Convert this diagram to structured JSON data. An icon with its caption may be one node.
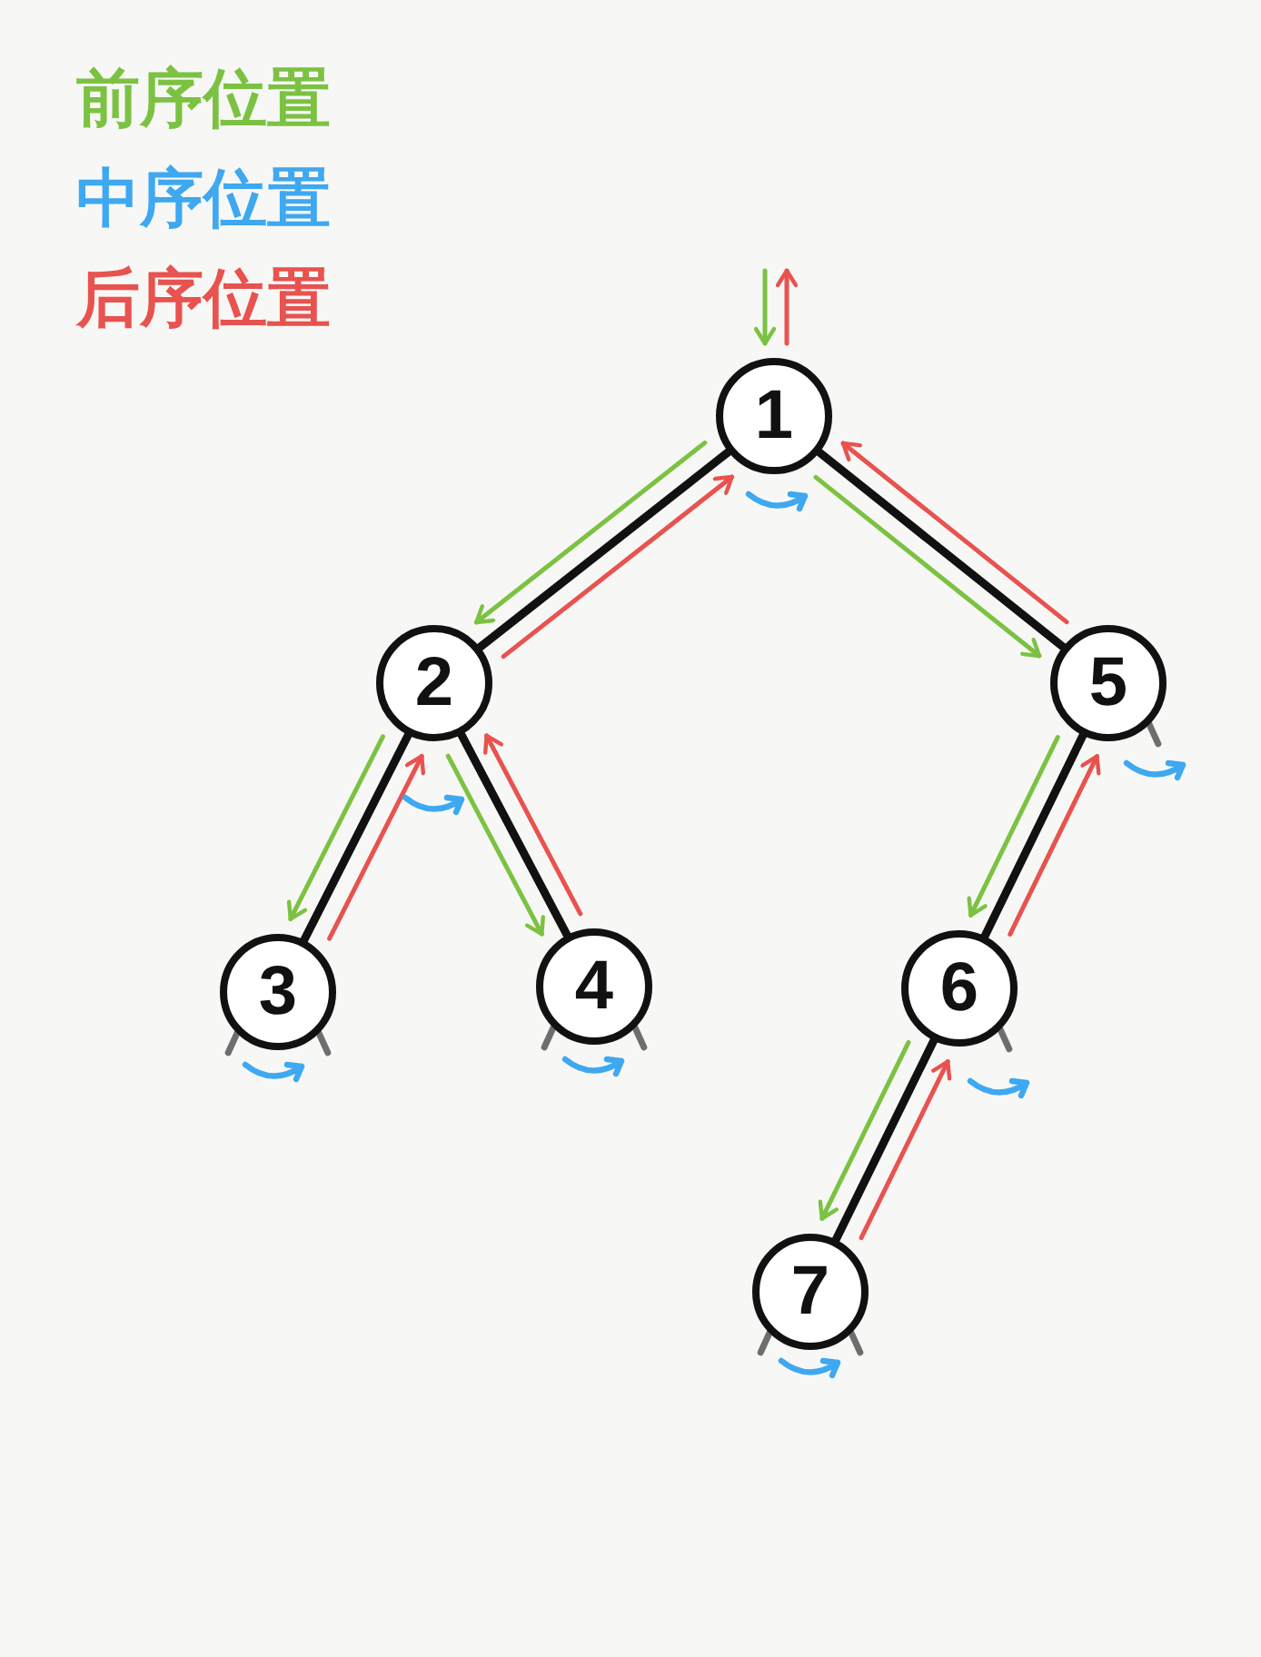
{
  "diagram": {
    "nodes": [
      {
        "text": [
          "1"
        ]
      },
      {
        "text": [
          "2"
        ]
      },
      {
        "text": [
          "3"
        ]
      },
      {
        "text": [
          "4"
        ]
      },
      {
        "text": [
          "5"
        ]
      },
      {
        "text": [
          "6"
        ]
      },
      {
        "text": [
          "7"
        ]
      }
    ],
    "edges": [
      {
        "from": null,
        "to": 0,
        "arrow": "to",
        "color": "#7cc242"
      },
      {
        "from": 0,
        "to": null,
        "arrow": "to",
        "color": "#e8524f"
      },
      {
        "from": 0,
        "to": 1,
        "arrow": "none",
        "style": "thick",
        "color": "#111111"
      },
      {
        "from": 0,
        "to": 1,
        "arrow": "to",
        "color": "#7cc242"
      },
      {
        "from": 1,
        "to": 0,
        "arrow": "to",
        "color": "#e8524f"
      },
      {
        "from": 0,
        "to": 4,
        "arrow": "none",
        "style": "thick",
        "color": "#111111"
      },
      {
        "from": 0,
        "to": 4,
        "arrow": "to",
        "color": "#7cc242"
      },
      {
        "from": 4,
        "to": 0,
        "arrow": "to",
        "color": "#e8524f"
      },
      {
        "from": 1,
        "to": 2,
        "arrow": "none",
        "style": "thick",
        "color": "#111111"
      },
      {
        "from": 1,
        "to": 2,
        "arrow": "to",
        "color": "#7cc242"
      },
      {
        "from": 2,
        "to": 1,
        "arrow": "to",
        "color": "#e8524f"
      },
      {
        "from": 1,
        "to": 3,
        "arrow": "none",
        "style": "thick",
        "color": "#111111"
      },
      {
        "from": 1,
        "to": 3,
        "arrow": "to",
        "color": "#7cc242"
      },
      {
        "from": 3,
        "to": 1,
        "arrow": "to",
        "color": "#e8524f"
      },
      {
        "from": 4,
        "to": 5,
        "arrow": "none",
        "style": "thick",
        "color": "#111111"
      },
      {
        "from": 4,
        "to": 5,
        "arrow": "to",
        "color": "#7cc242"
      },
      {
        "from": 5,
        "to": 4,
        "arrow": "to",
        "color": "#e8524f"
      },
      {
        "from": 5,
        "to": 6,
        "arrow": "none",
        "style": "thick",
        "color": "#111111"
      },
      {
        "from": 5,
        "to": 6,
        "arrow": "to",
        "color": "#7cc242"
      },
      {
        "from": 6,
        "to": 5,
        "arrow": "to",
        "color": "#e8524f"
      }
    ],
    "legend": [
      {
        "text": "前序位置",
        "color": "#7cc242"
      },
      {
        "text": "中序位置",
        "color": "#3ea8f0"
      },
      {
        "text": "后序位置",
        "color": "#e8524f"
      }
    ]
  }
}
